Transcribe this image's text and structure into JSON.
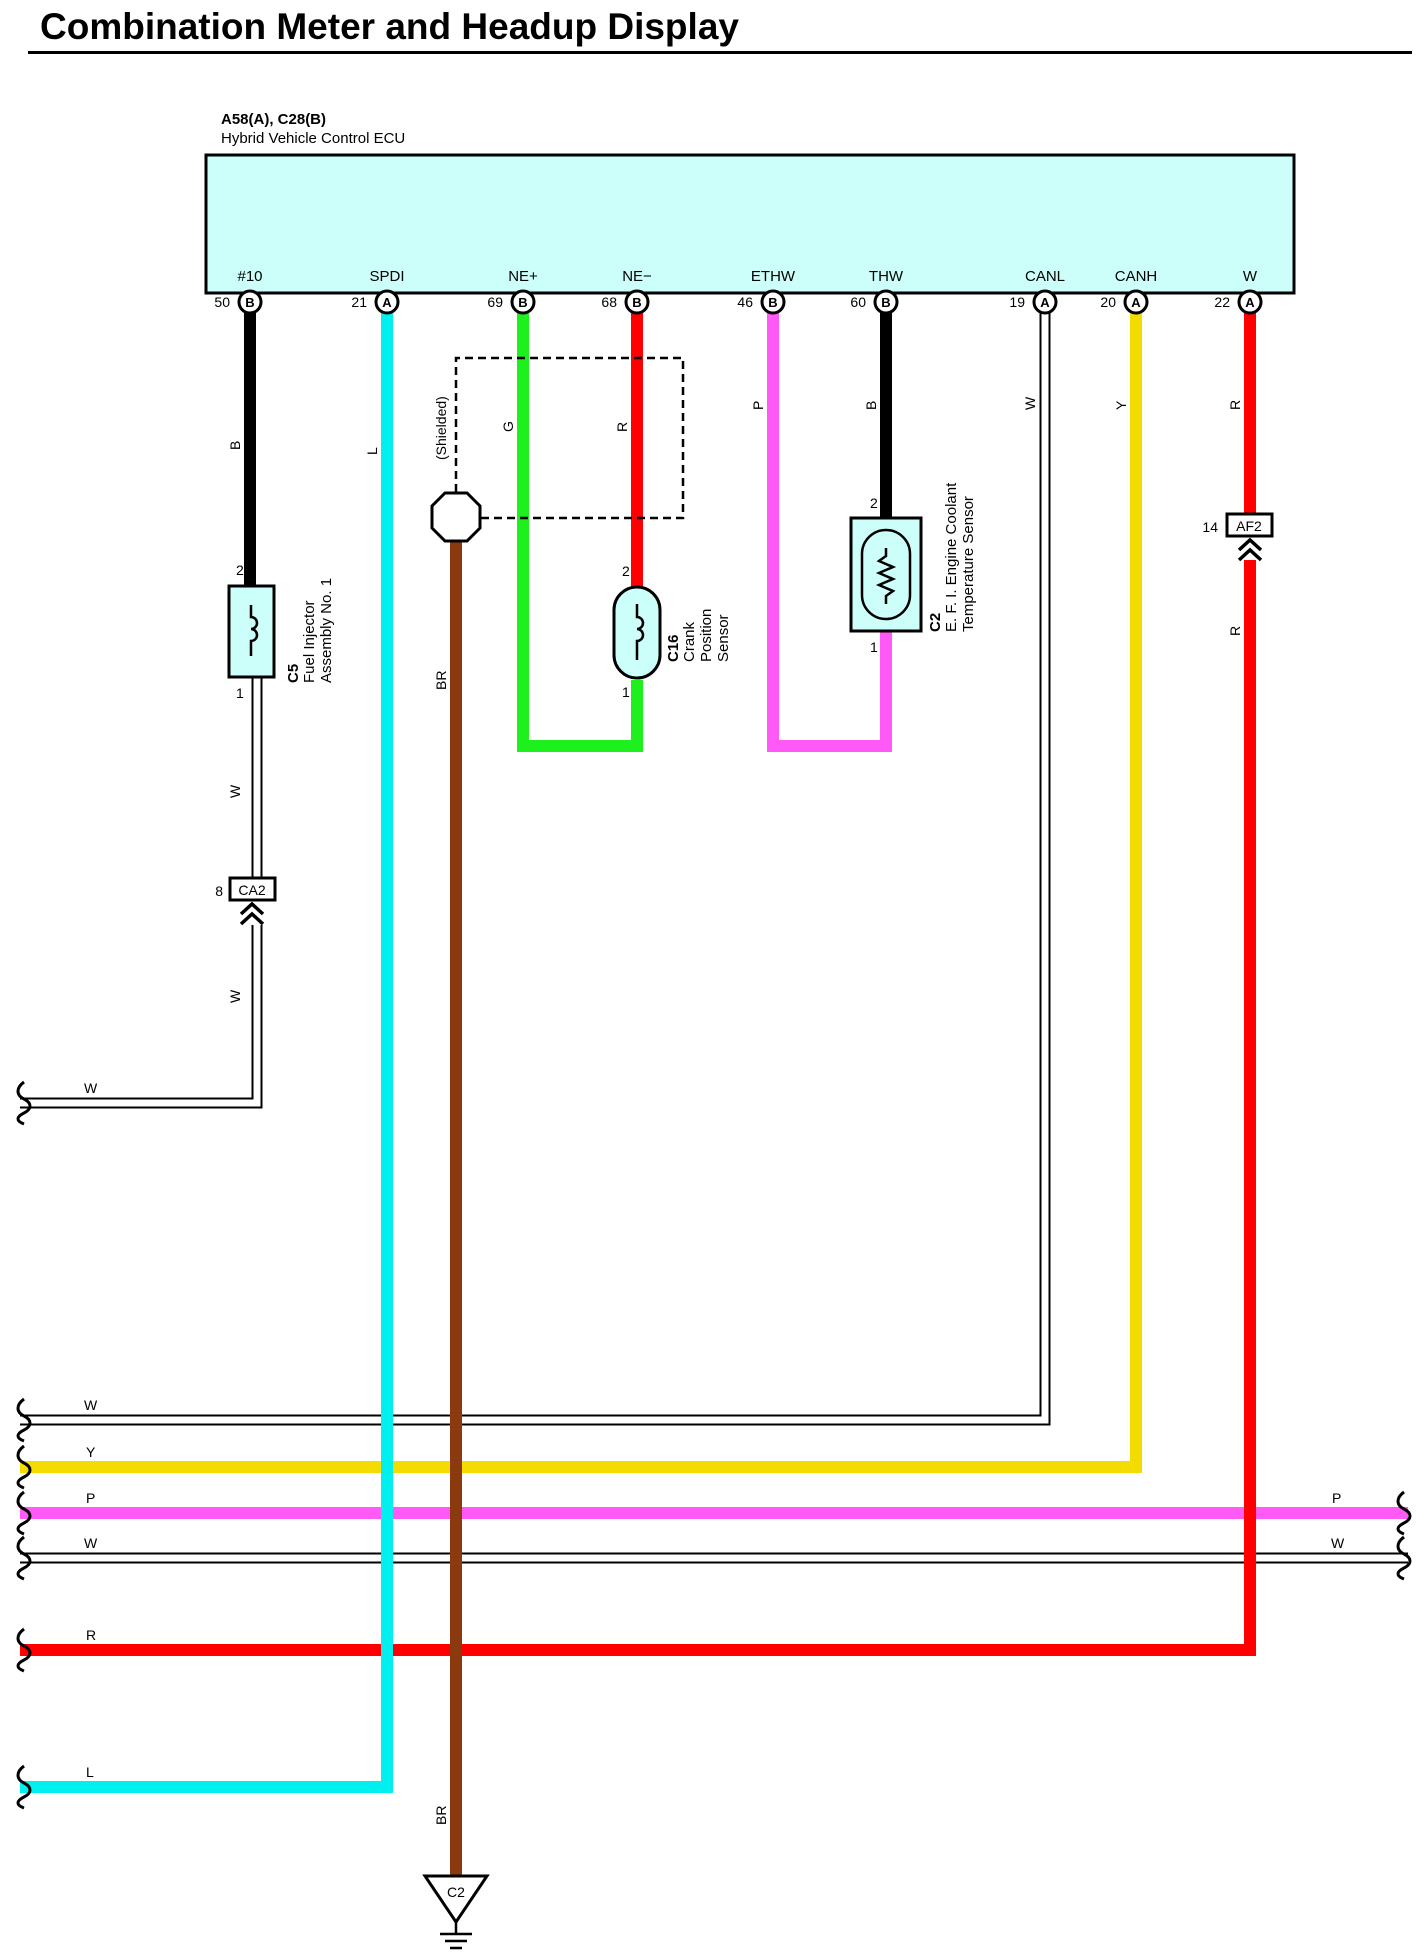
{
  "title": "Combination Meter and Headup Display",
  "colors": {
    "B": "#000000",
    "L": "#00f0f0",
    "G": "#1ef01e",
    "R": "#ff0000",
    "P": "#ff5af5",
    "Y": "#f5dc00",
    "BR": "#8b3a0f",
    "W": "#ffffff",
    "ecu_fill": "#ccfffa"
  },
  "ecu": {
    "connectors_label": "A58(A), C28(B)",
    "name": "Hybrid Vehicle Control ECU",
    "terminals": [
      {
        "name": "#10",
        "pin": "50",
        "conn": "B"
      },
      {
        "name": "SPDI",
        "pin": "21",
        "conn": "A"
      },
      {
        "name": "NE+",
        "pin": "69",
        "conn": "B"
      },
      {
        "name": "NE−",
        "pin": "68",
        "conn": "B"
      },
      {
        "name": "ETHW",
        "pin": "46",
        "conn": "B"
      },
      {
        "name": "THW",
        "pin": "60",
        "conn": "B"
      },
      {
        "name": "CANL",
        "pin": "19",
        "conn": "A"
      },
      {
        "name": "CANH",
        "pin": "20",
        "conn": "A"
      },
      {
        "name": "W",
        "pin": "22",
        "conn": "A"
      }
    ]
  },
  "wire_labels": {
    "inj_top": "B",
    "spdi": "L",
    "shield": "(Shielded)",
    "ne_plus": "G",
    "ne_minus": "R",
    "ethw": "P",
    "thw": "B",
    "canl": "W",
    "canh": "Y",
    "w_top": "R",
    "w_bottom": "R",
    "inj_mid": "W",
    "inj_low": "W",
    "ground": "BR",
    "ground_low": "BR"
  },
  "components": {
    "injector": {
      "id": "C5",
      "name_line1": "Fuel Injector",
      "name_line2": "Assembly No. 1",
      "pin_top": "2",
      "pin_bottom": "1"
    },
    "crank": {
      "id": "C16",
      "name_line1": "Crank",
      "name_line2": "Position",
      "name_line3": "Sensor",
      "pin_top": "2",
      "pin_bottom": "1"
    },
    "coolant": {
      "id": "C2",
      "name_line1": "E. F. I.  Engine Coolant",
      "name_line2": "Temperature Sensor",
      "pin_top": "2",
      "pin_bottom": "1"
    }
  },
  "junctions": {
    "ca2": {
      "label": "CA2",
      "pin": "8"
    },
    "af2": {
      "label": "AF2",
      "pin": "14"
    }
  },
  "ground": {
    "label": "C2"
  },
  "left_wires": {
    "w_injector": "W",
    "w_can": "W",
    "y": "Y",
    "p": "P",
    "w2": "W",
    "r": "R",
    "l": "L"
  },
  "right_wires": {
    "p": "P",
    "w": "W"
  }
}
